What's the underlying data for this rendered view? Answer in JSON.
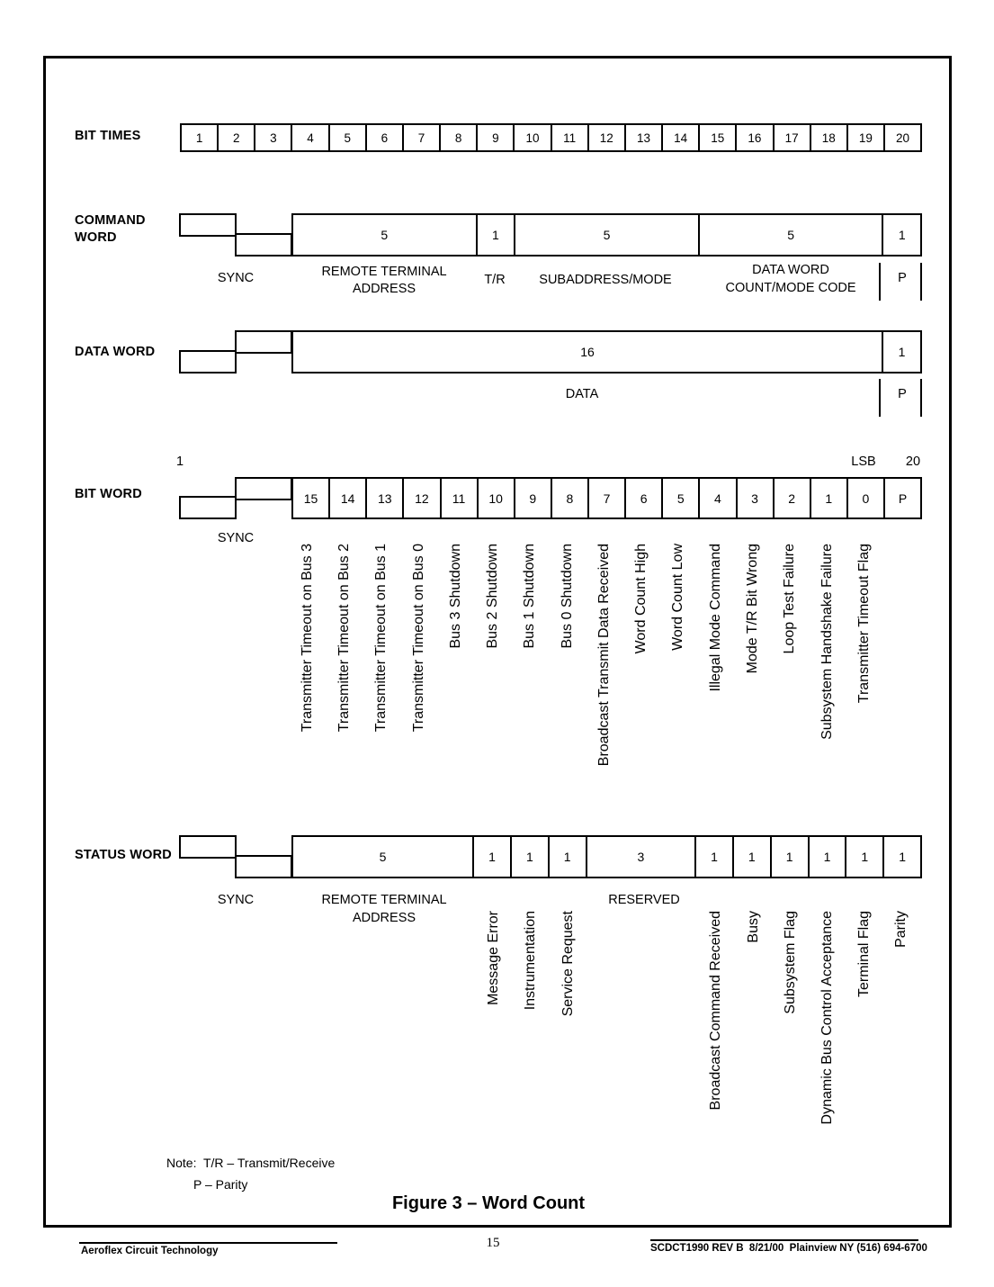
{
  "bit_times": {
    "label": "BIT TIMES",
    "cells": [
      "1",
      "2",
      "3",
      "4",
      "5",
      "6",
      "7",
      "8",
      "9",
      "10",
      "11",
      "12",
      "13",
      "14",
      "15",
      "16",
      "17",
      "18",
      "19",
      "20"
    ]
  },
  "command_word": {
    "label_line1": "COMMAND",
    "label_line2": "WORD",
    "sync_label": "SYNC",
    "cells": [
      "5",
      "1",
      "5",
      "5",
      "1"
    ],
    "captions": {
      "rta_line1": "REMOTE TERMINAL",
      "rta_line2": "ADDRESS",
      "tr": "T/R",
      "subaddress": "SUBADDRESS/MODE",
      "dwc_line1": "DATA WORD",
      "dwc_line2": "COUNT/MODE CODE",
      "parity": "P"
    }
  },
  "data_word": {
    "label": "DATA WORD",
    "cells": [
      "16",
      "1"
    ],
    "captions": {
      "data": "DATA",
      "parity": "P"
    }
  },
  "bit_word": {
    "label": "BIT WORD",
    "sync_label": "SYNC",
    "marker_left": "1",
    "marker_lsb": "LSB",
    "marker_right": "20",
    "cells": [
      "15",
      "14",
      "13",
      "12",
      "11",
      "10",
      "9",
      "8",
      "7",
      "6",
      "5",
      "4",
      "3",
      "2",
      "1",
      "0",
      "P"
    ],
    "bit_labels": [
      "Transmitter Timeout on Bus 3",
      "Transmitter Timeout on Bus 2",
      "Transmitter Timeout on Bus 1",
      "Transmitter Timeout on Bus 0",
      "Bus 3 Shutdown",
      "Bus 2 Shutdown",
      "Bus 1 Shutdown",
      "Bus 0 Shutdown",
      "Broadcast Transmit Data Received",
      "Word Count High",
      "Word Count Low",
      "Illegal Mode Command",
      "Mode T/R Bit Wrong",
      "Loop Test Failure",
      "Subsystem Handshake Failure",
      "Transmitter Timeout Flag"
    ]
  },
  "status_word": {
    "label": "STATUS WORD",
    "sync_label": "SYNC",
    "cells": [
      "5",
      "1",
      "1",
      "1",
      "3",
      "1",
      "1",
      "1",
      "1",
      "1",
      "1"
    ],
    "captions": {
      "rta_line1": "REMOTE TERMINAL",
      "rta_line2": "ADDRESS",
      "reserved": "RESERVED"
    },
    "bit_labels": [
      "Message Error",
      "Instrumentation",
      "Service Request",
      "Broadcast Command Received",
      "Busy",
      "Subsystem Flag",
      "Dynamic Bus Control Acceptance",
      "Terminal Flag",
      "Parity"
    ]
  },
  "note": {
    "line1": "Note:  T/R – Transmit/Receive",
    "line2": "P – Parity"
  },
  "figure_caption": "Figure 3 – Word Count",
  "footer": {
    "left": "Aeroflex Circuit Technology",
    "page": "15",
    "right": "SCDCT1990 REV B  8/21/00  Plainview NY (516) 694-6700"
  }
}
